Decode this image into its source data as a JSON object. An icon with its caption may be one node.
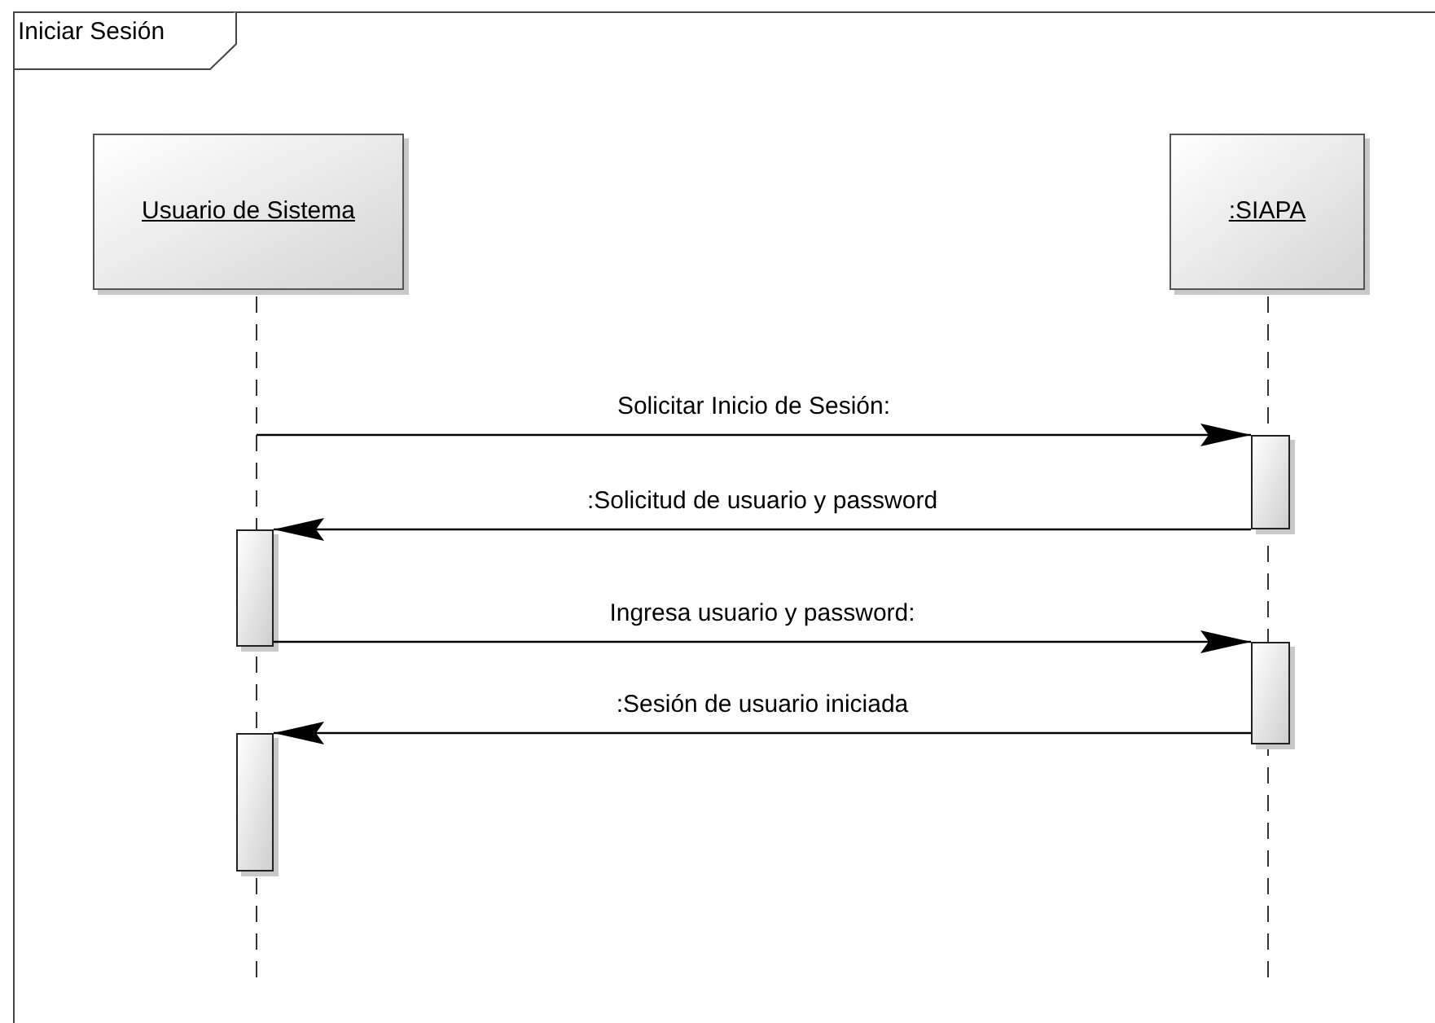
{
  "diagram": {
    "nodes": [
      {
        "text": [
          "Iniciar Sesión"
        ]
      },
      {
        "text": [
          "Usuario de Sistema"
        ],
        "in": 0
      },
      {
        "text": [
          ":SIAPA"
        ],
        "in": 0
      },
      {
        "text": [],
        "shape": "line",
        "in": 0
      },
      {
        "text": [],
        "shape": "line",
        "in": 0
      },
      {
        "text": [],
        "shape": "bar",
        "in": 0
      },
      {
        "text": [],
        "shape": "bar",
        "in": 0
      },
      {
        "text": [],
        "shape": "bar",
        "in": 0
      },
      {
        "text": [],
        "shape": "bar",
        "in": 0
      }
    ],
    "edges": [
      {
        "from": 3,
        "to": 7,
        "arrow": "to",
        "label": "Solicitar Inicio de Sesión:"
      },
      {
        "from": 7,
        "to": 5,
        "arrow": "to",
        "label": ":Solicitud de usuario y password"
      },
      {
        "from": 5,
        "to": 8,
        "arrow": "to",
        "label": "Ingresa usuario y password:"
      },
      {
        "from": 8,
        "to": 6,
        "arrow": "to",
        "label": ":Sesión de usuario iniciada"
      }
    ]
  }
}
